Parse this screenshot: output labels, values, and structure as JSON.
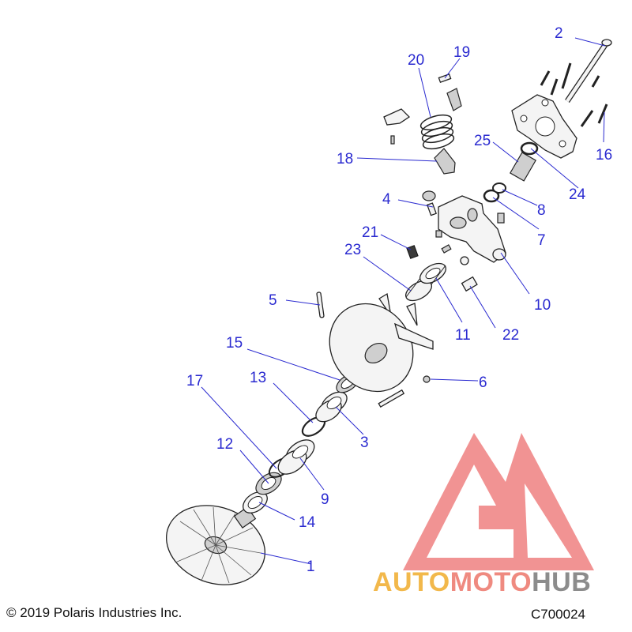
{
  "copyright": "© 2019 Polaris Industries Inc.",
  "diagram_code": "C700024",
  "callouts": [
    "1",
    "2",
    "3",
    "4",
    "5",
    "6",
    "7",
    "8",
    "9",
    "10",
    "11",
    "12",
    "13",
    "14",
    "15",
    "16",
    "17",
    "18",
    "19",
    "20",
    "21",
    "22",
    "23",
    "24",
    "25"
  ],
  "watermark": {
    "text_a": "AUTO",
    "text_b": "MOTO",
    "text_c": "HUB",
    "colors": {
      "auto": "#f2b84b",
      "moto": "#ef8a80",
      "hub": "#8c8c8c",
      "triangle": "#ec6f6f"
    }
  },
  "label_color": "#2a2ad0"
}
